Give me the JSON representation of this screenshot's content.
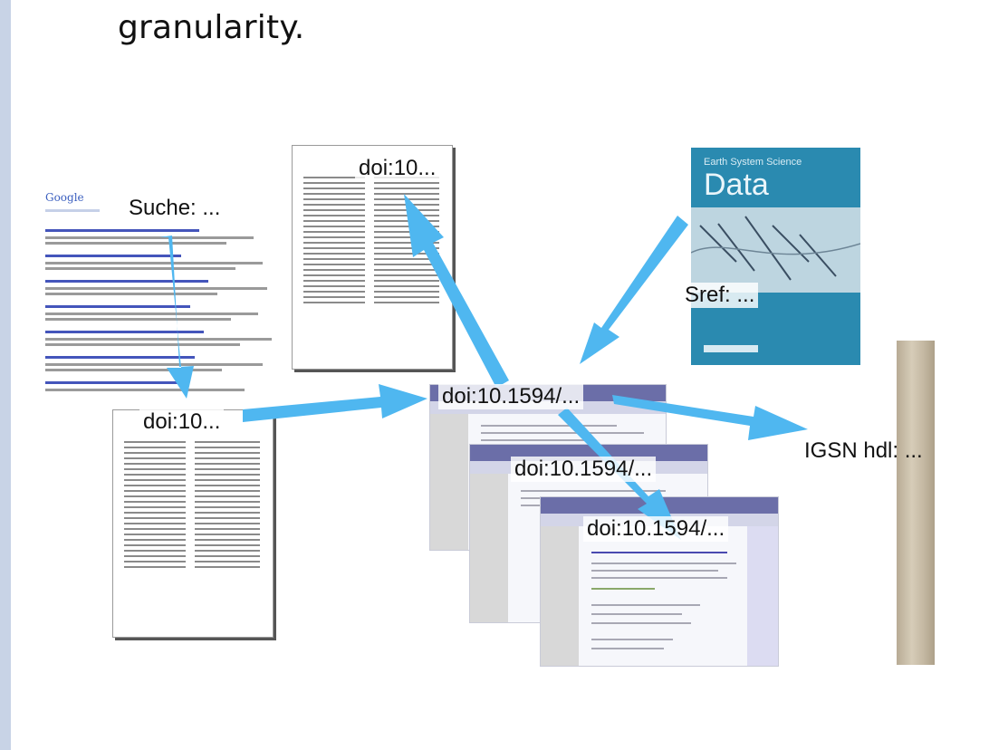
{
  "slide": {
    "heading": "granularity."
  },
  "labels": {
    "doi_top": "doi:10...",
    "search": "Suche: ...",
    "doi_left": "doi:10...",
    "doi_center": "doi:10.1594/...",
    "doi_mid": "doi:10.1594/...",
    "doi_front": "doi:10.1594/...",
    "sref": "Sref: ...",
    "igsn": "IGSN hdl: ..."
  },
  "search_page": {
    "logo": "Google"
  },
  "journal_cover": {
    "series": "Earth System Science",
    "title": "Data"
  },
  "colors": {
    "arrow": "#4fb7f0",
    "slide_border": "#c8d3e6",
    "cover": "#2a8ab0"
  }
}
